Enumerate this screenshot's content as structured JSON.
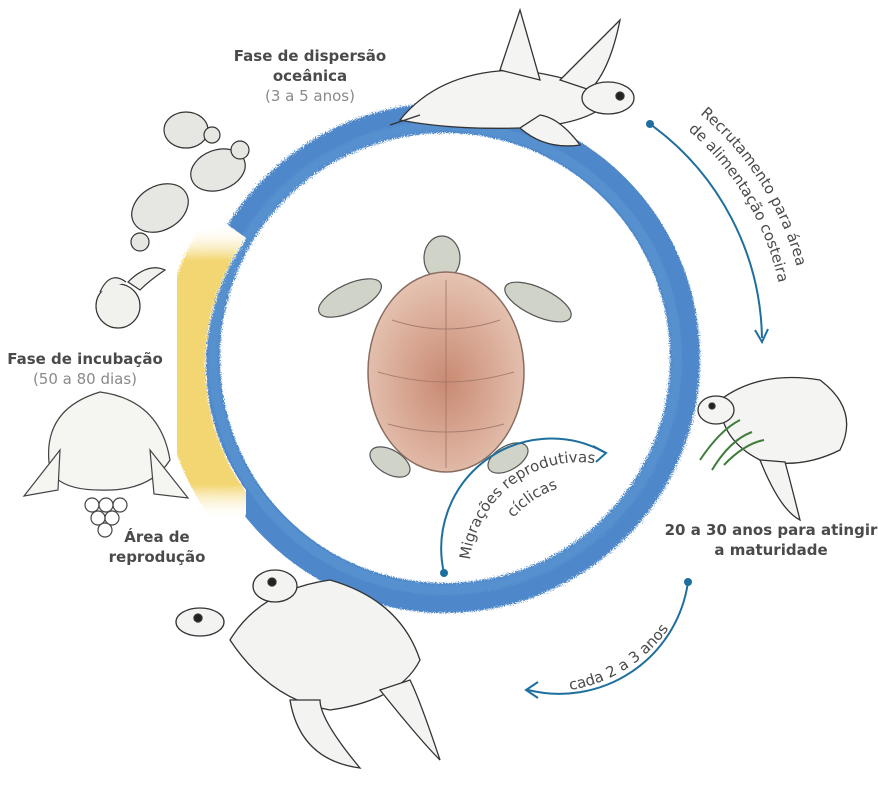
{
  "labels": {
    "dispersal_title": "Fase de dispersão oceânica",
    "dispersal_sub": "(3 a 5 anos)",
    "incubation_title": "Fase de incubação",
    "incubation_sub": "(50 a 80 dias)",
    "breeding": "Área de reprodução",
    "maturity": "20 a 30 anos para atingir a maturidade",
    "recruit_line1": "Recrutamento para área",
    "recruit_line2": "de alimentação costeira",
    "migrations_line1": "Migrações reprodutivas",
    "migrations_line2": "cíclicas",
    "every_years": "cada 2 a 3 anos"
  },
  "colors": {
    "ocean_ring": "#3b7cc4",
    "beach_ring": "#f2d46a",
    "arrow": "#1f6f9e",
    "shell": "#d8a48f"
  },
  "icons": [
    "hatchlings-icon",
    "egg-hatching-icon",
    "nest-turtle-icon",
    "mating-turtles-icon",
    "juvenile-turtle-icon",
    "adult-turtle-icon",
    "center-turtle-icon"
  ]
}
